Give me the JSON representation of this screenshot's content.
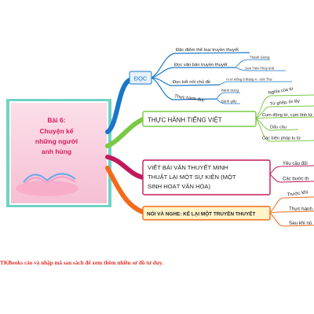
{
  "central": {
    "title": "Bài 6:",
    "lines": [
      "Chuyện kể",
      "những người",
      "anh hùng"
    ]
  },
  "branches": {
    "doc": {
      "label": "ĐỌC",
      "color": "#1976c8",
      "items": [
        "Đặc điểm thể loại truyền thuyết",
        "Đọc văn bản truyền thuyết",
        "Đọc kết nối chủ đề",
        "Thực hành đọc"
      ],
      "sub_van_ban": [
        "Thánh Gióng",
        "Sơn Tinh-Thủy tinh"
      ],
      "sub_ket_noi": [
        "Ai ơi mồng 9 tháng 4 - Anh Thư"
      ],
      "sub_thuc_hanh": [
        "Bánh trưng",
        "Bánh giầy"
      ]
    },
    "tieng_viet": {
      "label": "THỰC HÀNH TIẾNG VIỆT",
      "color": "#7ac943",
      "items": [
        "Nghĩa của từ",
        "Từ ghép, từ láy",
        "Cụm động từ, cụm tính từ",
        "Dấu câu",
        "Các biện pháp tu từ"
      ]
    },
    "viet": {
      "label_lines": [
        "VIẾT BÀI VĂN THUYẾT MINH",
        "THUẬT LẠI MỘT SỰ KIỆN (MỘT",
        "SINH HOẠT VĂN HÓA)"
      ],
      "color": "#c2185b",
      "items": [
        "Yêu cầu đối",
        "Các bước th"
      ]
    },
    "noi_nghe": {
      "label": "NÓI VÀ NGHE: KỂ LẠI MỘT TRUYỀN THUYẾT",
      "color": "#f26b1d",
      "items": [
        "Trước khi",
        "Thực hành",
        "Sau khi nó"
      ]
    }
  },
  "footer": "TKBooks cào và nhập mã sau sách để xem thêm nhiều sơ đồ tư duy."
}
